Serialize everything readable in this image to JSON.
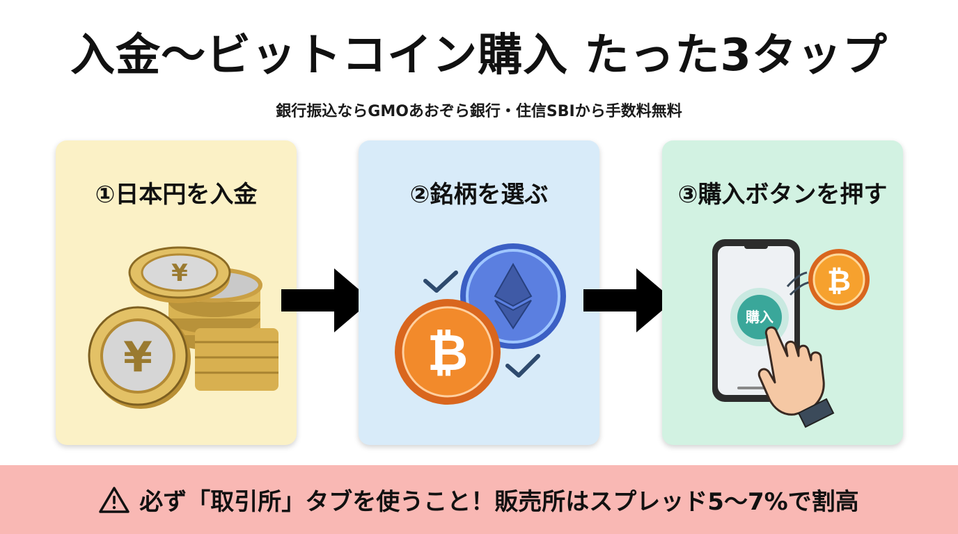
{
  "title": "入金〜ビットコイン購入 たった3タップ",
  "subtitle": "銀行振込ならGMOあおぞら銀行・住信SBIから手数料無料",
  "steps": [
    {
      "label": "①日本円を入金",
      "icon": "yen-coins-icon",
      "bg": "#fbf1c6"
    },
    {
      "label": "②銘柄を選ぶ",
      "icon": "crypto-coins-icon",
      "bg": "#d8ebf9"
    },
    {
      "label": "③購入ボタンを押す",
      "icon": "smartphone-buy-icon",
      "bg": "#d2f2e2"
    }
  ],
  "coins": {
    "yen_symbol": "¥",
    "btc_symbol": "₿"
  },
  "phone": {
    "buy_button_label": "購入"
  },
  "warning": {
    "icon": "warning-triangle-icon",
    "text": "必ず「取引所」タブを使うこと！販売所はスプレッド5〜7%で割高",
    "bg": "#f9b8b4"
  }
}
